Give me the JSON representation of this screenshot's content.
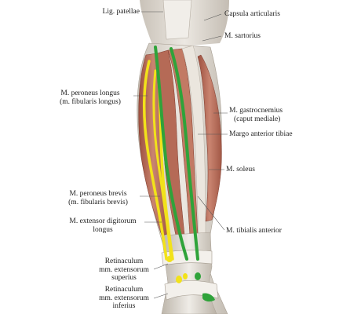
{
  "labels": {
    "lig_patellae": "Lig. patellae",
    "capsula": "Capsula articularis",
    "sartorius": "M. sartorius",
    "peroneus_longus_1": "M. peroneus longus",
    "peroneus_longus_2": "(m. fibularis longus)",
    "gastrocnemius_1": "M. gastrocnemius",
    "gastrocnemius_2": "(caput mediale)",
    "margo": "Margo anterior tibiae",
    "soleus": "M. soleus",
    "peroneus_brevis_1": "M. peroneus brevis",
    "peroneus_brevis_2": "(m. fibularis brevis)",
    "ext_digitorum_1": "M. extensor digitorum",
    "ext_digitorum_2": "longus",
    "tibialis": "M. tibialis anterior",
    "ret_sup_1": "Retinaculum",
    "ret_sup_2": "mm. extensorum",
    "ret_sup_3": "superius",
    "ret_inf_1": "Retinaculum",
    "ret_inf_2": "mm. extensorum",
    "ret_inf_3": "inferius"
  },
  "colors": {
    "muscle": "#b86a55",
    "tendon": "#d9d4cc",
    "highlight_yellow": "#f2e21a",
    "highlight_green": "#2fa33a",
    "leader": "#555555"
  }
}
